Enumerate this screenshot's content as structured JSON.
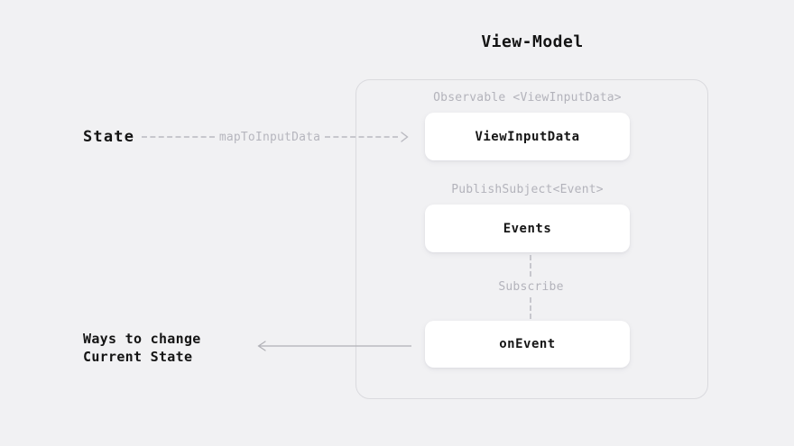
{
  "title": "View-Model",
  "left": {
    "state": "State",
    "map_label": "mapToInputData",
    "ways_line1": "Ways to change",
    "ways_line2": "Current State"
  },
  "vm": {
    "observable_label": "Observable <ViewInputData>",
    "box_view_input_data": "ViewInputData",
    "publish_subject_label": "PublishSubject<Event>",
    "box_events": "Events",
    "subscribe_label": "Subscribe",
    "box_on_event": "onEvent"
  },
  "colors": {
    "background": "#f1f1f3",
    "container_border": "#dadade",
    "box_background": "#ffffff",
    "text_dark": "#141414",
    "text_gray": "#b3b3bb",
    "dash_gray": "#c7c7cd",
    "arrow_gray": "#b0b0b6"
  }
}
